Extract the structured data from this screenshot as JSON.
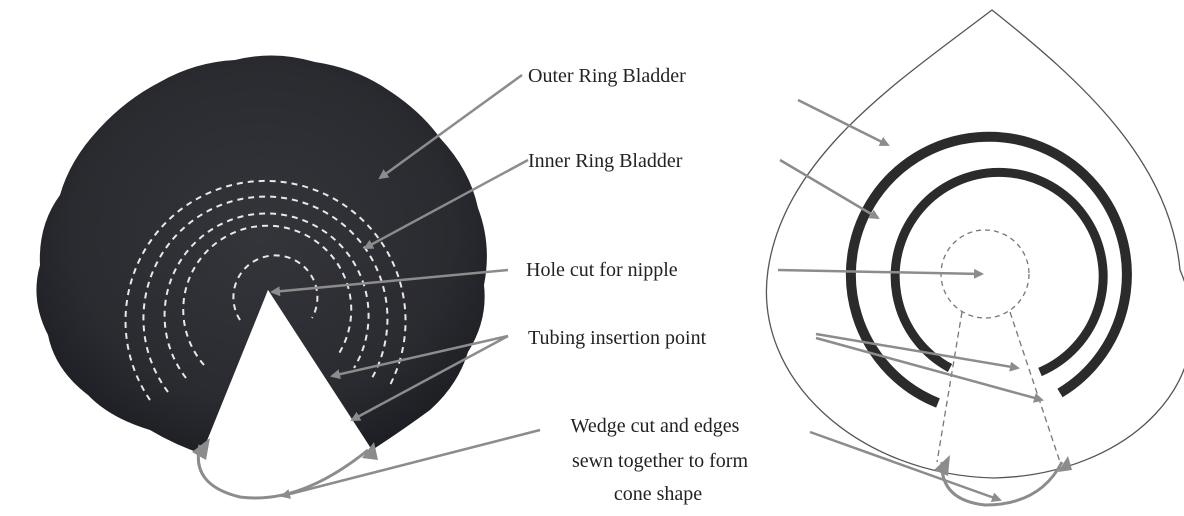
{
  "labels": {
    "outer_ring": "Outer Ring Bladder",
    "inner_ring": "Inner Ring Bladder",
    "hole": "Hole cut for nipple",
    "tubing": "Tubing insertion point",
    "wedge_line1": "Wedge cut and edges",
    "wedge_line2": "sewn together to form",
    "wedge_line3": "cone shape"
  },
  "colors": {
    "fabric": "#2a2b30",
    "fabric_dark": "#1b1c21",
    "stitch": "#e8e8e8",
    "arrow": "#8c8c8c",
    "ring": "#2b2b2b",
    "outline": "#555555",
    "text": "#222222"
  }
}
